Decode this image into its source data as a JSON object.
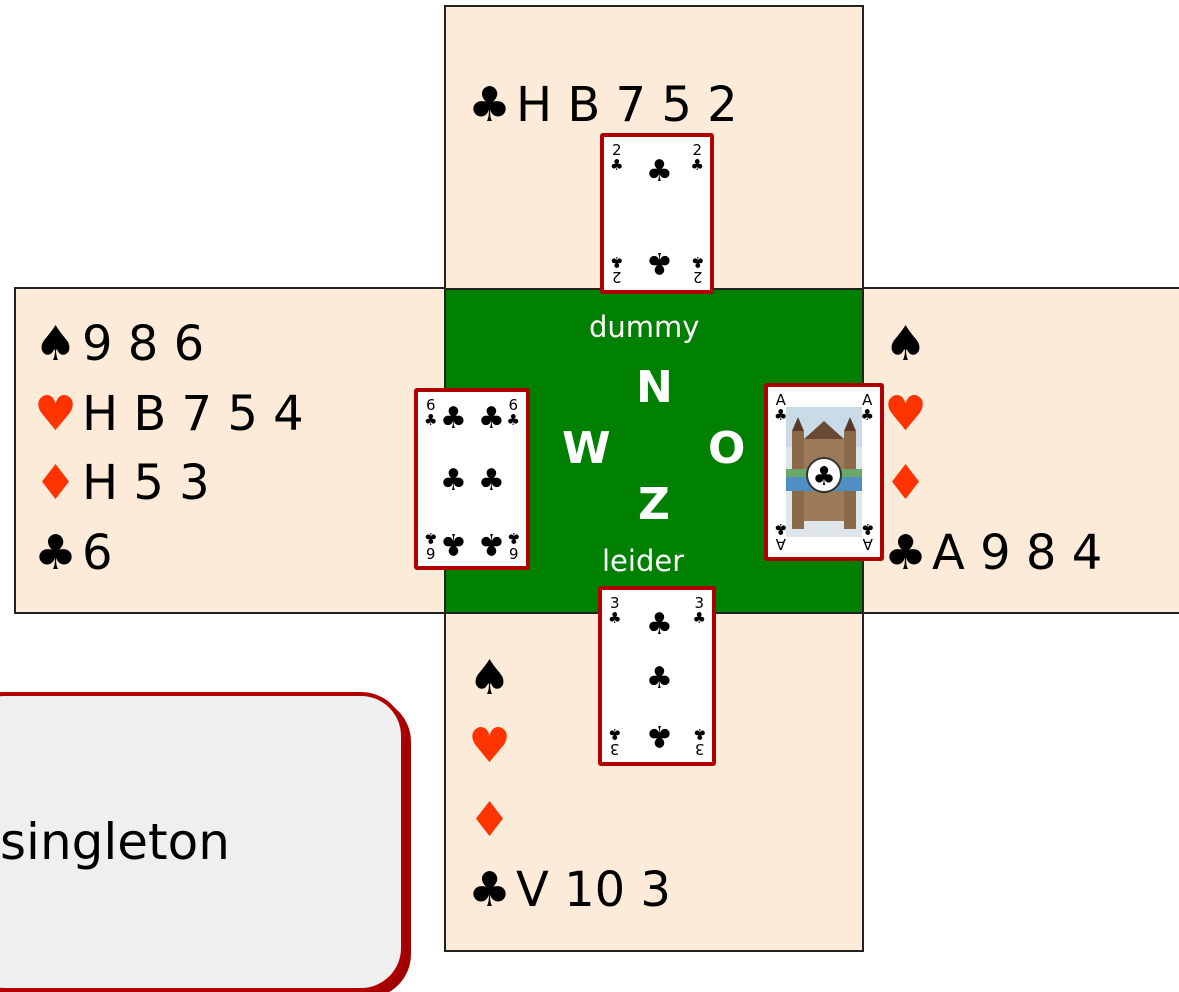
{
  "hands": {
    "north": {
      "clubs": "H B 7 5 2"
    },
    "west": {
      "spades": "9 8 6",
      "hearts": "H B 7 5 4",
      "diamonds": "H 5 3",
      "clubs": "6"
    },
    "east": {
      "spades": "",
      "hearts": "",
      "diamonds": "",
      "clubs": "A 9 8 4"
    },
    "south": {
      "spades": "",
      "hearts": "",
      "diamonds": "",
      "clubs": "V 10 3"
    }
  },
  "suit_symbols": {
    "spade": "♠",
    "heart": "♥",
    "diamond": "♦",
    "club": "♣"
  },
  "table": {
    "north_label": "N",
    "west_label": "W",
    "east_label": "O",
    "south_label": "Z",
    "north_role": "dummy",
    "south_role": "leider"
  },
  "played_cards": {
    "north": {
      "rank": "2",
      "suit_icon": "club-icon"
    },
    "west": {
      "rank": "6",
      "suit_icon": "club-icon"
    },
    "east": {
      "rank": "A",
      "suit_icon": "club-icon",
      "picture": "castle-illustration"
    },
    "south": {
      "rank": "3",
      "suit_icon": "club-icon"
    }
  },
  "note": {
    "text": "singleton"
  },
  "colors": {
    "table_green": "#008000",
    "panel_bg": "#fdebd9",
    "red_suit": "#ff3300",
    "card_border": "#b00000"
  }
}
